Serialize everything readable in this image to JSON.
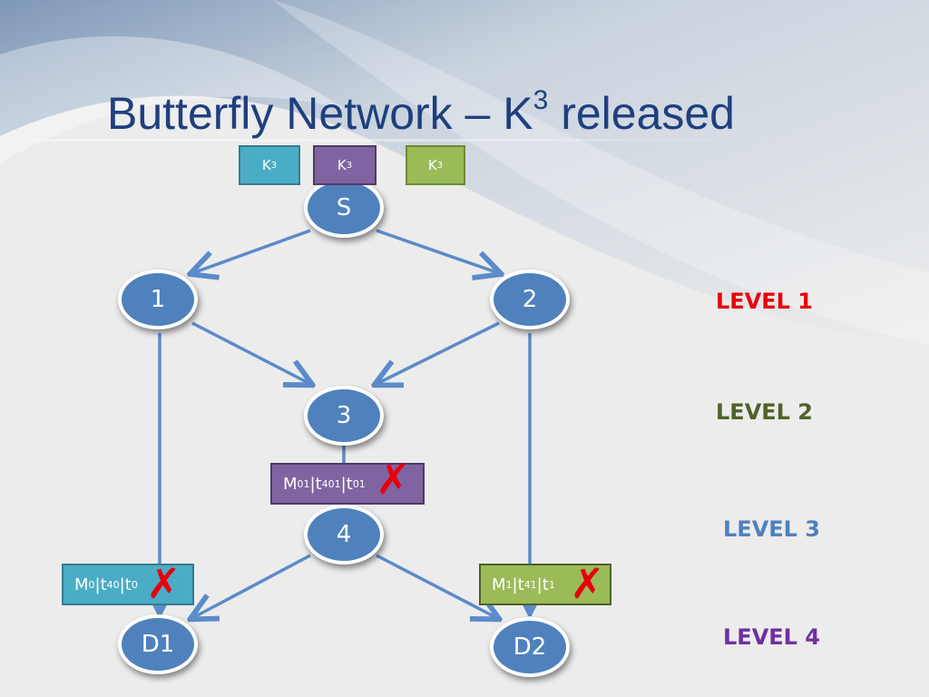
{
  "title": {
    "text": "Butterfly Network – K",
    "sup": "3",
    "suffix": " released"
  },
  "colors": {
    "node_fill": "#4f81bd",
    "key_cyan": "#4bacc6",
    "key_purple": "#8064a2",
    "key_green": "#9bbb59",
    "edge": "#5b8bc9",
    "cross": "#e8000b",
    "level1": "#e8000b",
    "level2": "#4f6228",
    "level3": "#4f81bd",
    "level4": "#7030a0"
  },
  "keys": [
    {
      "base": "K",
      "sup": "3",
      "color": "cyan"
    },
    {
      "base": "K",
      "sup": "3",
      "color": "purple"
    },
    {
      "base": "K",
      "sup": "3",
      "color": "green"
    }
  ],
  "nodes": {
    "s": "S",
    "n1": "1",
    "n2": "2",
    "n3": "3",
    "n4": "4",
    "d1": "D1",
    "d2": "D2"
  },
  "messages": {
    "m01": {
      "m": "M",
      "m_sub": "01",
      "sep": "|",
      "t": "t",
      "t_sup": "4",
      "t_sub": "01",
      "t2": "t",
      "t2_sub": "01"
    },
    "m0": {
      "m": "M",
      "m_sub": "0",
      "sep": "|",
      "t": "t",
      "t_sup": "4",
      "t_sub": "0",
      "t2": "t",
      "t2_sub": "0"
    },
    "m1": {
      "m": "M",
      "m_sub": "1",
      "sep": "|",
      "t": "t",
      "t_sup": "4",
      "t_sub": "1",
      "t2": "t",
      "t2_sub": "1"
    }
  },
  "cross_symbol": "✗",
  "levels": [
    "LEVEL 1",
    "LEVEL 2",
    "LEVEL 3",
    "LEVEL 4"
  ]
}
